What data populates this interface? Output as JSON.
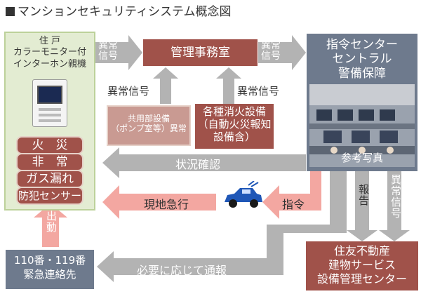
{
  "title": "マンションセキュリティシステム概念図",
  "resident": {
    "heading_line1": "住 戸",
    "heading_line2": "カラーモニター付",
    "heading_line3": "インターホン親機",
    "alerts": [
      "火　災",
      "非　常",
      "ガス漏れ",
      "防犯センサー"
    ]
  },
  "management_office": "管理事務室",
  "command_center": {
    "line1": "指令センター",
    "line2": "セントラル",
    "line3": "警備保障"
  },
  "photo_caption": "参考写真",
  "common_equipment": {
    "line1": "共用部設備",
    "line2": "（ポンプ室等）異常"
  },
  "fire_equipment": {
    "line1": "各種消火設備",
    "line2": "（自動火災報知",
    "line3": "設備含）"
  },
  "emergency_contact": {
    "line1": "110番・119番",
    "line2": "緊急連絡先"
  },
  "sumitomo": {
    "line1": "住友不動産",
    "line2": "建物サービス",
    "line3": "設備管理センター"
  },
  "labels": {
    "abnormal_signal_left": "異常\n信号",
    "abnormal_signal_right": "異常\n信号",
    "abnormal_signal_up1": "異常信号",
    "abnormal_signal_up2": "異常信号",
    "status_check": "状況確認",
    "rush_to_site": "現地急行",
    "command": "指令",
    "dispatch": "出動",
    "report": "報告",
    "abnormal_signal_vertical": "異常信号",
    "notify_as_needed": "必要に応じて通報"
  },
  "colors": {
    "green_light": "#e3ecd2",
    "green_border": "#bcd19a",
    "rust": "#a0524a",
    "slate": "#6e7a8d",
    "pink_arrow": "#f3a7a1",
    "gray_arrow": "#b3b3b3",
    "car_blue": "#1f57b7"
  }
}
